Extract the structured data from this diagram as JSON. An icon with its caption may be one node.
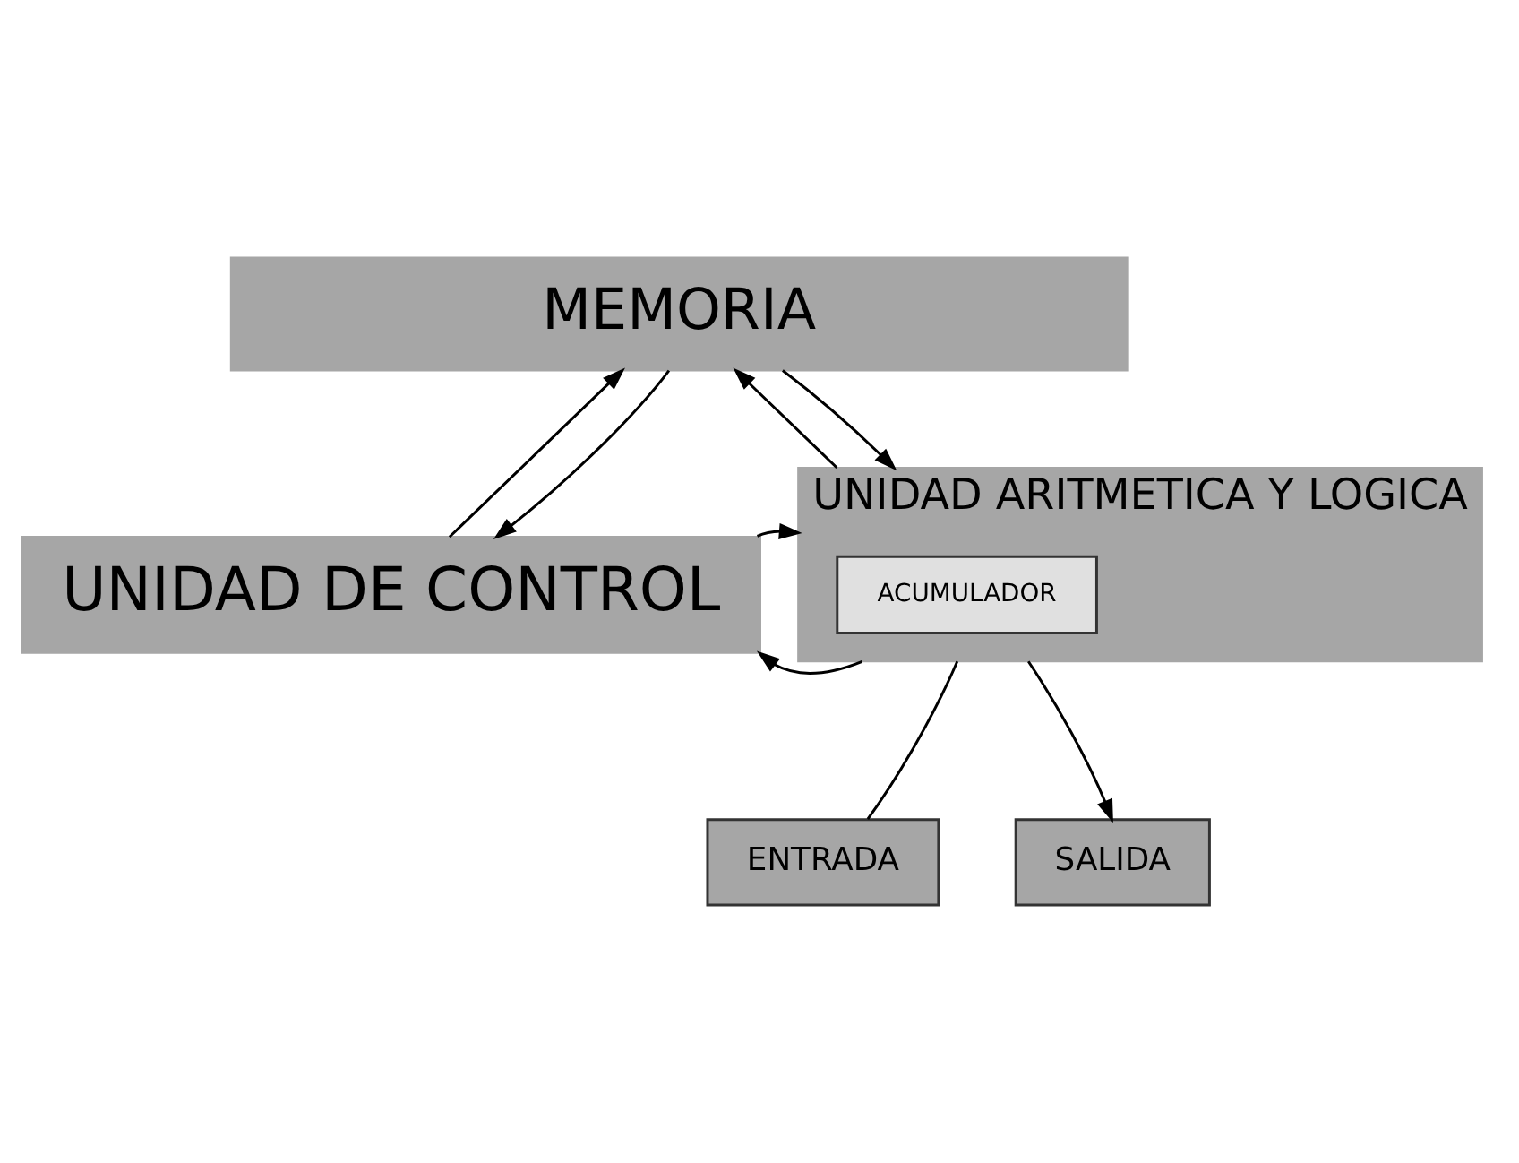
{
  "diagram": {
    "nodes": [
      {
        "text": [
          "MEMORIA"
        ]
      },
      {
        "text": [
          "UNIDAD DE CONTROL"
        ]
      },
      {
        "text": [
          "UNIDAD ARITMETICA Y LOGICA"
        ]
      },
      {
        "text": [
          "ACUMULADOR"
        ],
        "in": 2
      },
      {
        "text": [
          "ENTRADA"
        ]
      },
      {
        "text": [
          "SALIDA"
        ]
      }
    ],
    "edges": [
      {
        "from": 1,
        "to": 0,
        "arrow": "to"
      },
      {
        "from": 0,
        "to": 1,
        "arrow": "to"
      },
      {
        "from": 2,
        "to": 0,
        "arrow": "to"
      },
      {
        "from": 0,
        "to": 2,
        "arrow": "to"
      },
      {
        "from": 1,
        "to": 2,
        "arrow": "to"
      },
      {
        "from": 2,
        "to": 1,
        "arrow": "to"
      },
      {
        "from": 4,
        "to": 2,
        "arrow": "none"
      },
      {
        "from": 2,
        "to": 5,
        "arrow": "to"
      }
    ]
  }
}
